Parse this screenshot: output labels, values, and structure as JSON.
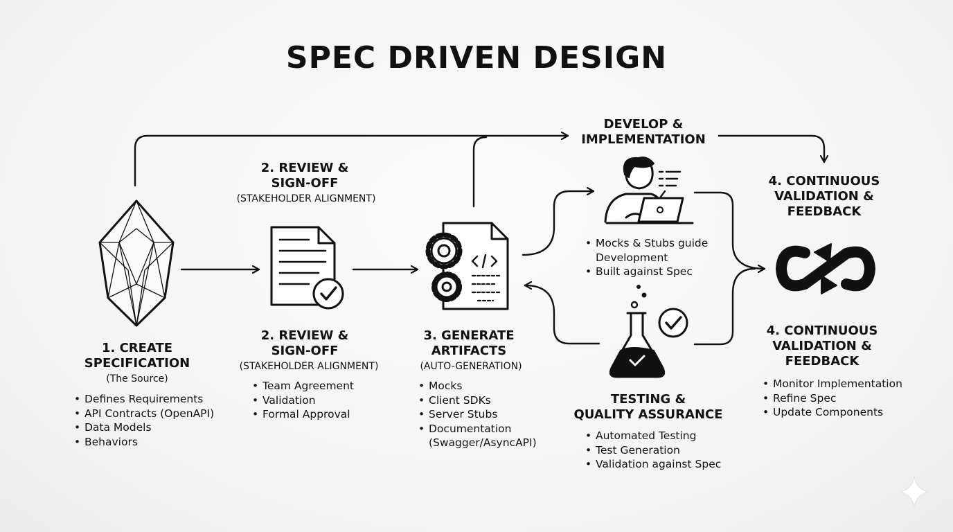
{
  "title": "SPEC DRIVEN DESIGN",
  "step1": {
    "heading": "1. CREATE\nSPECIFICATION",
    "subtitle": "(The Source)",
    "bullets": [
      "Defines Requirements",
      "API Contracts (OpenAPI)",
      "Data Models",
      "Behaviors"
    ],
    "icon": "crystal-icon"
  },
  "step2_top": {
    "heading": "2. REVIEW &\nSIGN-OFF",
    "subtitle": "(STAKEHOLDER ALIGNMENT)"
  },
  "step2": {
    "heading": "2. REVIEW &\nSIGN-OFF",
    "subtitle": "(STAKEHOLDER ALIGNMENT)",
    "bullets": [
      "Team Agreement",
      "Validation",
      "Formal Approval"
    ],
    "icon": "document-check-icon"
  },
  "step3": {
    "heading": "3. GENERATE\nARTIFACTS",
    "subtitle": "(AUTO-GENERATION)",
    "bullets": [
      "Mocks",
      "Client SDKs",
      "Server Stubs",
      "Documentation\n(Swagger/AsyncAPI)"
    ],
    "icon": "gears-code-document-icon"
  },
  "develop": {
    "heading": "DEVELOP &\nIMPLEMENTATION",
    "bullets": [
      "Mocks & Stubs guide\nDevelopment",
      "Built against Spec"
    ],
    "icon": "developer-laptop-icon"
  },
  "testing": {
    "heading": "TESTING &\nQUALITY ASSURANCE",
    "bullets": [
      "Automated Testing",
      "Test Generation",
      "Validation against Spec"
    ],
    "icon": "flask-check-icon"
  },
  "step4_top": {
    "heading": "4. CONTINUOUS\nVALIDATION &\nFEEDBACK"
  },
  "step4": {
    "heading": "4. CONTINUOUS\nVALIDATION &\nFEEDBACK",
    "bullets": [
      "Monitor Implementation",
      "Refine Spec",
      "Update Components"
    ],
    "icon": "infinity-loop-icon"
  }
}
